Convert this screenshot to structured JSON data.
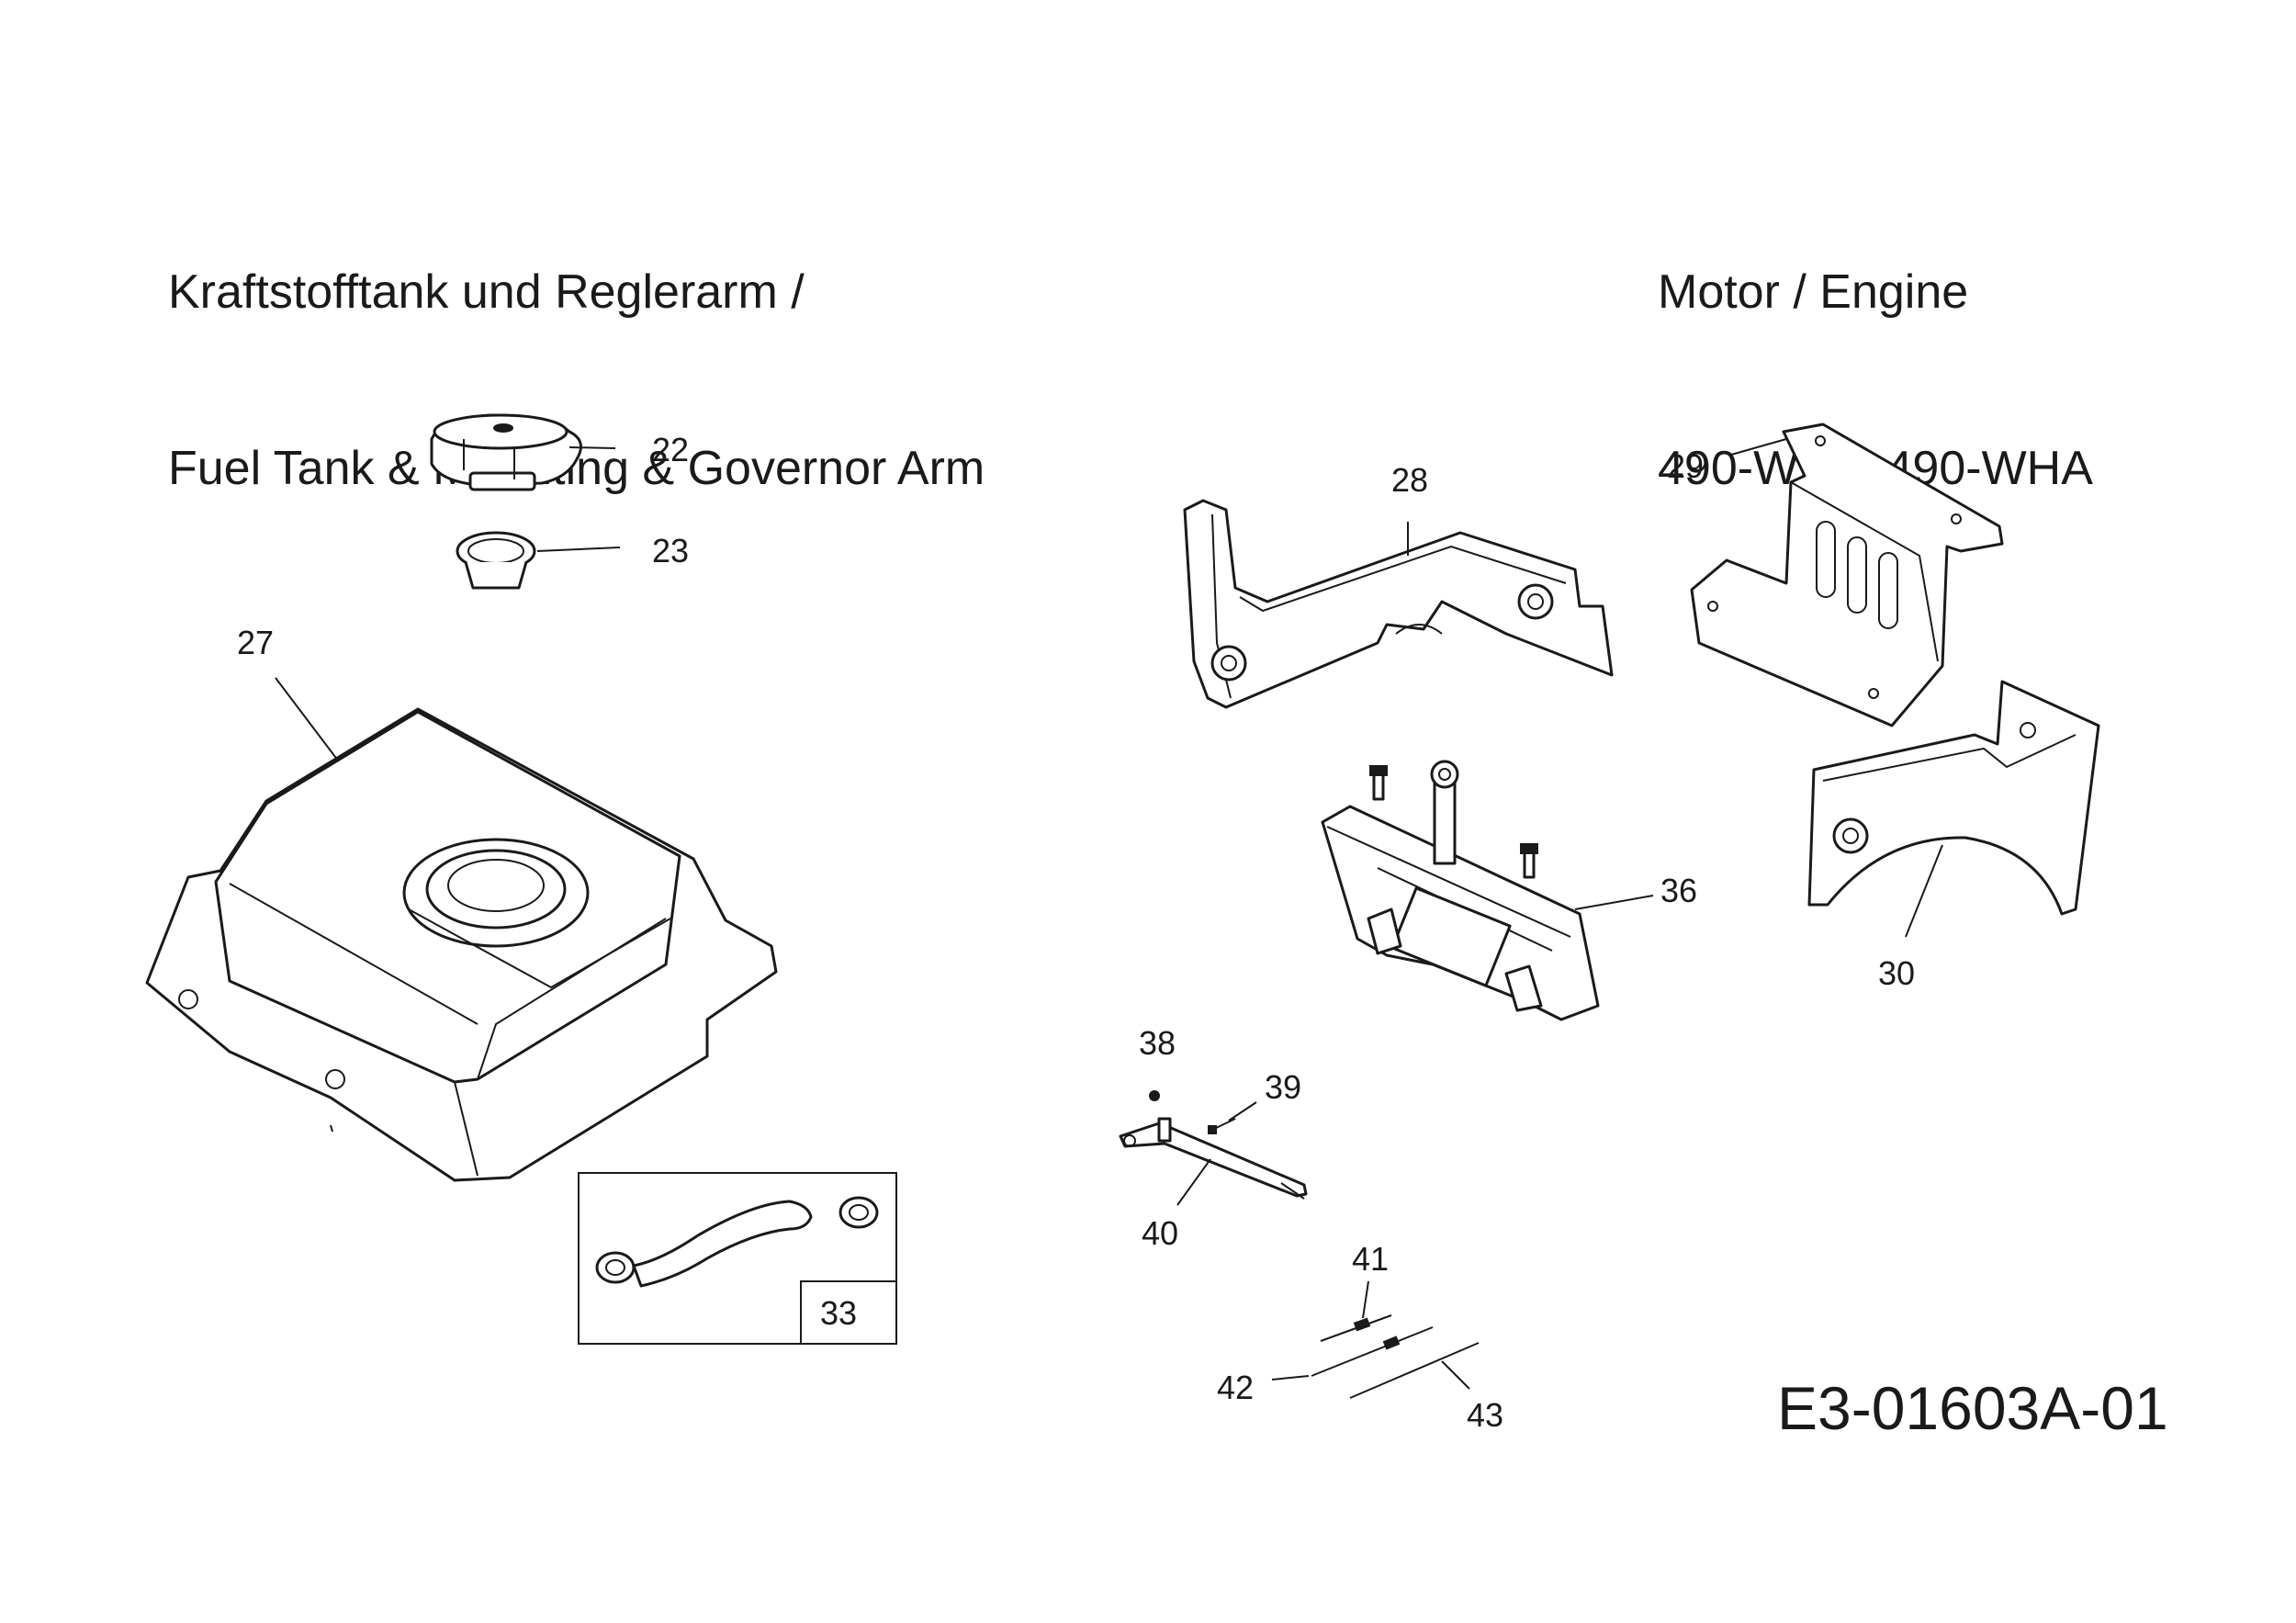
{
  "header": {
    "title_line1": "Kraftstofftank und Reglerarm /",
    "title_line2": "Fuel Tank & Mounting & Governor Arm",
    "engine_line1": "Motor / Engine",
    "engine_line2": "490-WH  , 490-WHA"
  },
  "document_number": "E3-01603A-01",
  "callouts": {
    "p22": "22",
    "p23": "23",
    "p27": "27",
    "p28": "28",
    "p29": "29",
    "p30": "30",
    "p33": "33",
    "p36": "36",
    "p38": "38",
    "p39": "39",
    "p40": "40",
    "p41": "41",
    "p42": "42",
    "p43": "43"
  }
}
